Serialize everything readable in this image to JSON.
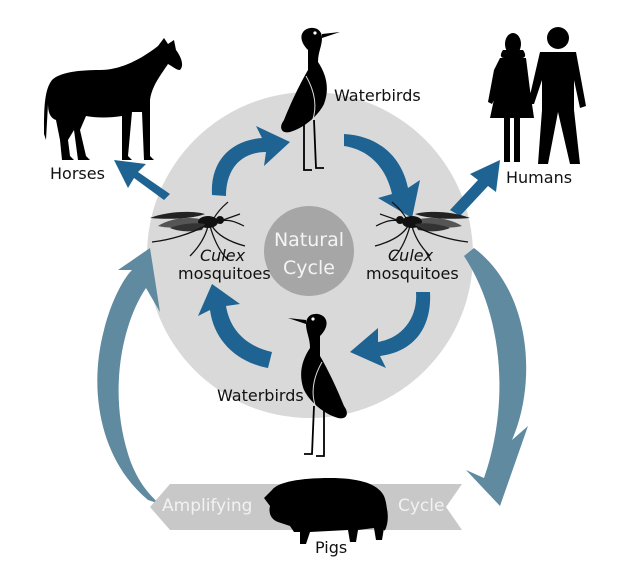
{
  "title": "Culex mosquito transmission cycle",
  "colors": {
    "circle": "#d9d9d9",
    "center": "#a6a6a6",
    "inner_arrow": "#1e6391",
    "outer_arrow": "#5f8aa0",
    "banner": "#c8c8c8",
    "silhouette": "#000000"
  },
  "labels": {
    "horses": "Horses",
    "humans": "Humans",
    "waterbirds_top": "Waterbirds",
    "waterbirds_bottom": "Waterbirds",
    "mosquito_left_genus": "Culex",
    "mosquito_left_word": "mosquitoes",
    "mosquito_right_genus": "Culex",
    "mosquito_right_word": "mosquitoes",
    "pigs": "Pigs"
  },
  "center": {
    "line1": "Natural",
    "line2": "Cycle"
  },
  "banner": {
    "left": "Amplifying",
    "right": "Cycle"
  }
}
